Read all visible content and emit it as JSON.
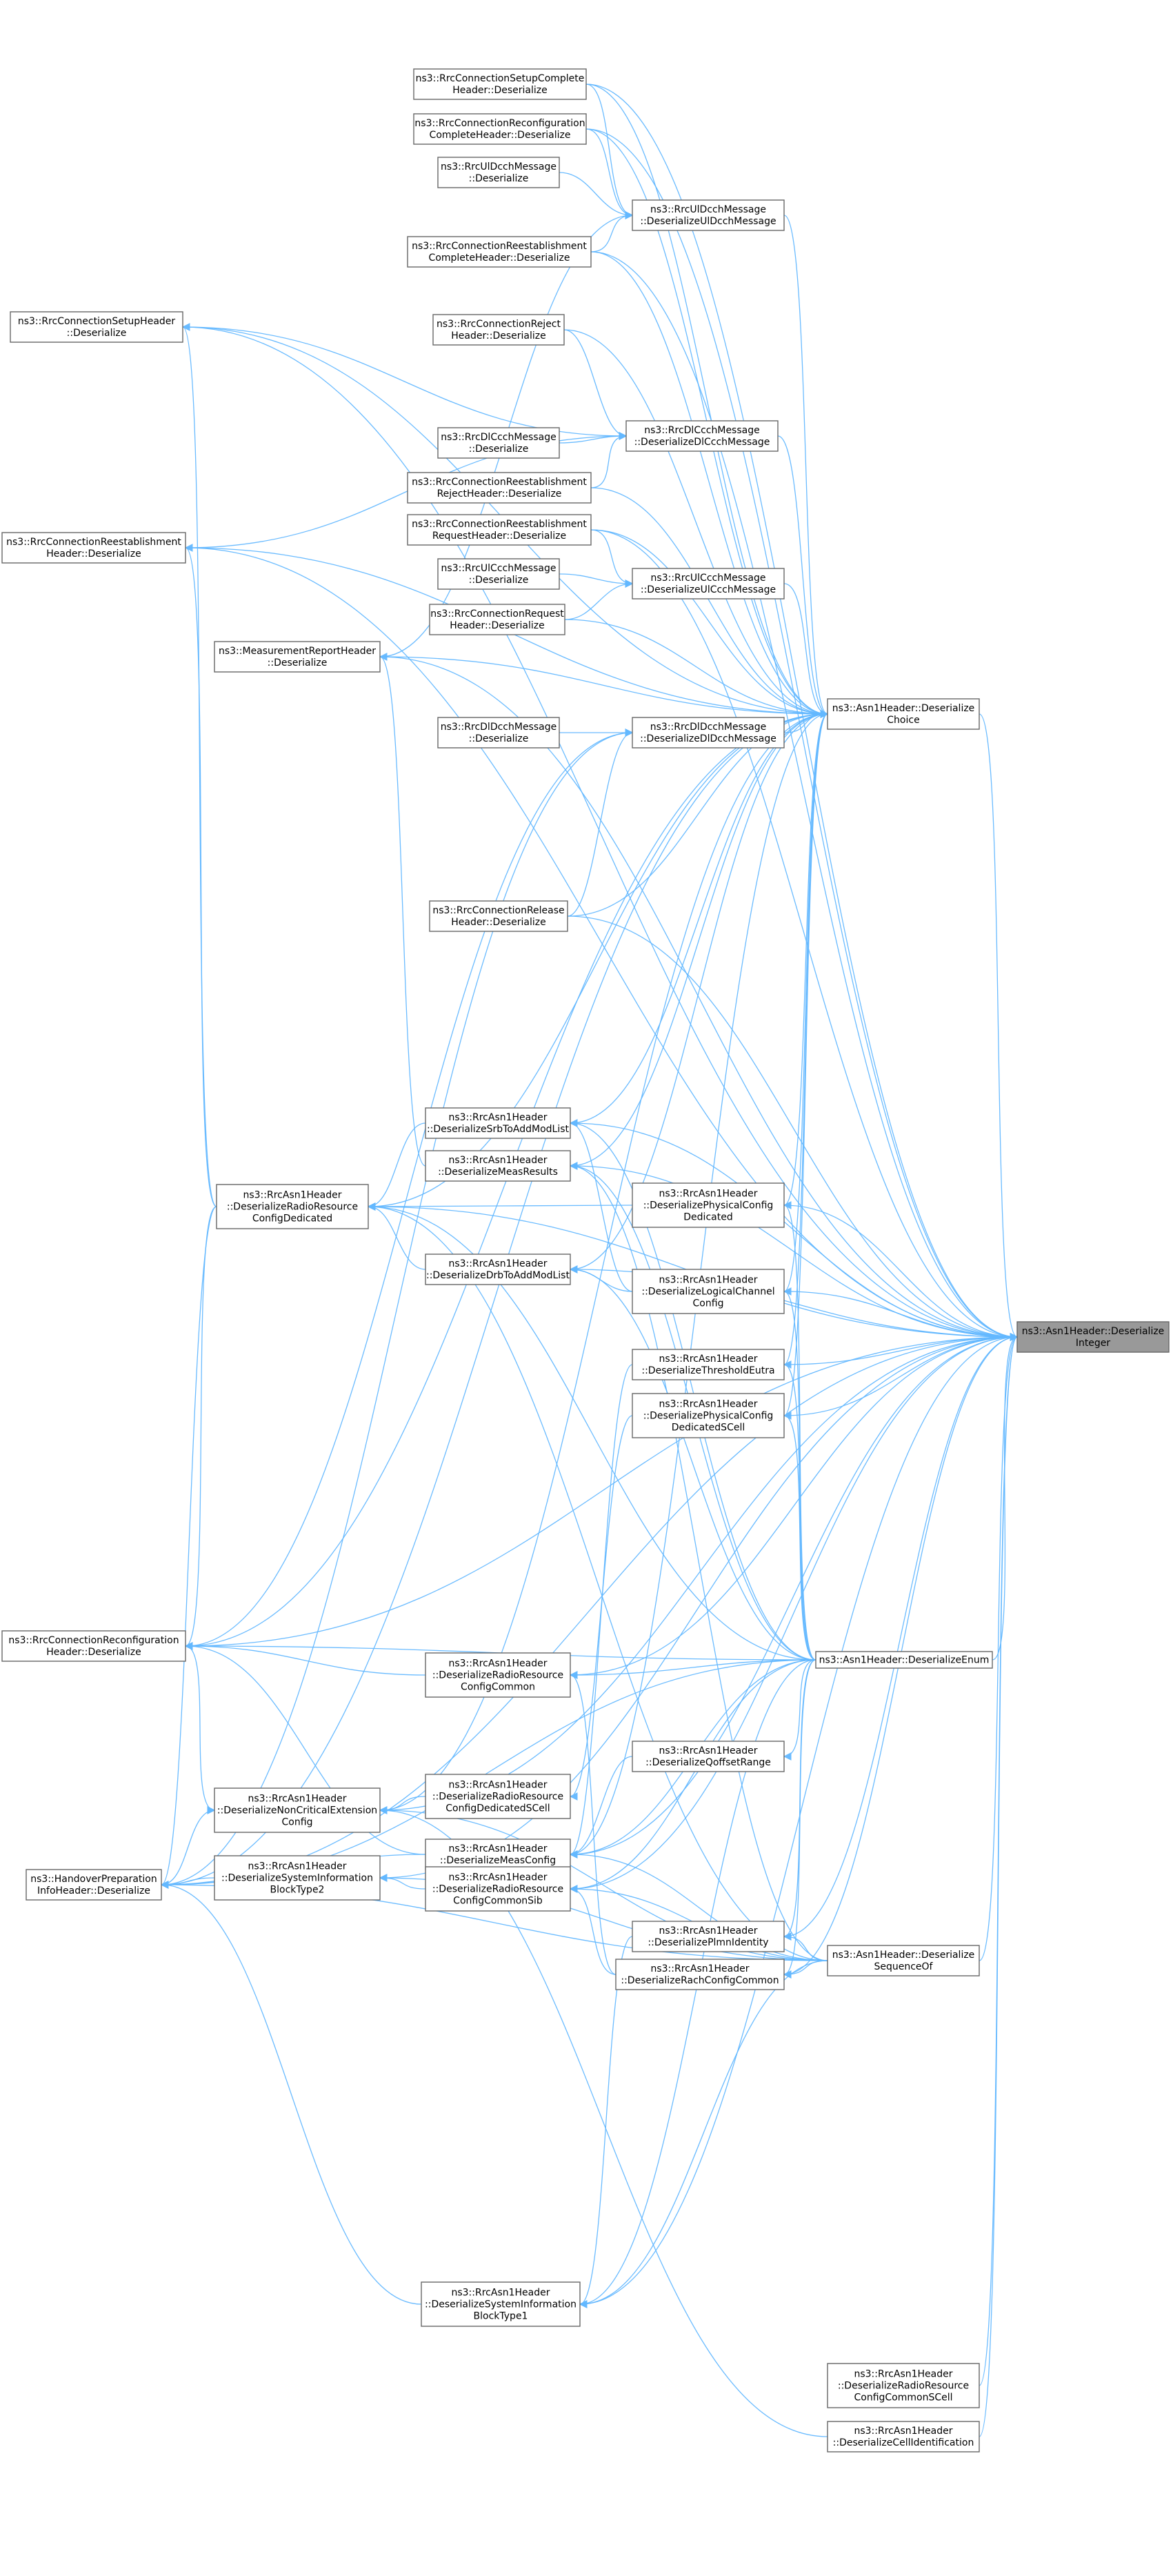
{
  "graph": {
    "direction": "callers-to-the-right",
    "target_node": "deserialize_integer",
    "nodes": [
      {
        "id": "deserialize_integer",
        "lines": [
          "ns3::Asn1Header::Deserialize",
          "Integer"
        ]
      },
      {
        "id": "deserialize_choice",
        "lines": [
          "ns3::Asn1Header::Deserialize",
          "Choice"
        ]
      },
      {
        "id": "deserialize_enum",
        "lines": [
          "ns3::Asn1Header::DeserializeEnum"
        ]
      },
      {
        "id": "deserialize_sequenceof",
        "lines": [
          "ns3::Asn1Header::Deserialize",
          "SequenceOf"
        ]
      },
      {
        "id": "setup_complete",
        "lines": [
          "ns3::RrcConnectionSetupComplete",
          "Header::Deserialize"
        ]
      },
      {
        "id": "reconf_complete",
        "lines": [
          "ns3::RrcConnectionReconfiguration",
          "CompleteHeader::Deserialize"
        ]
      },
      {
        "id": "ul_dcch_msg",
        "lines": [
          "ns3::RrcUlDcchMessage",
          "::Deserialize"
        ]
      },
      {
        "id": "deser_ul_dcch",
        "lines": [
          "ns3::RrcUlDcchMessage",
          "::DeserializeUlDcchMessage"
        ]
      },
      {
        "id": "reest_complete",
        "lines": [
          "ns3::RrcConnectionReestablishment",
          "CompleteHeader::Deserialize"
        ]
      },
      {
        "id": "setup_header",
        "lines": [
          "ns3::RrcConnectionSetupHeader",
          "::Deserialize"
        ]
      },
      {
        "id": "conn_reject",
        "lines": [
          "ns3::RrcConnectionReject",
          "Header::Deserialize"
        ]
      },
      {
        "id": "deser_dl_ccch",
        "lines": [
          "ns3::RrcDlCcchMessage",
          "::DeserializeDlCcchMessage"
        ]
      },
      {
        "id": "dl_ccch_msg",
        "lines": [
          "ns3::RrcDlCcchMessage",
          "::Deserialize"
        ]
      },
      {
        "id": "reest_reject",
        "lines": [
          "ns3::RrcConnectionReestablishment",
          "RejectHeader::Deserialize"
        ]
      },
      {
        "id": "reest_header",
        "lines": [
          "ns3::RrcConnectionReestablishment",
          "Header::Deserialize"
        ]
      },
      {
        "id": "reest_request",
        "lines": [
          "ns3::RrcConnectionReestablishment",
          "RequestHeader::Deserialize"
        ]
      },
      {
        "id": "ul_ccch_msg",
        "lines": [
          "ns3::RrcUlCcchMessage",
          "::Deserialize"
        ]
      },
      {
        "id": "deser_ul_ccch",
        "lines": [
          "ns3::RrcUlCcchMessage",
          "::DeserializeUlCcchMessage"
        ]
      },
      {
        "id": "conn_request",
        "lines": [
          "ns3::RrcConnectionRequest",
          "Header::Deserialize"
        ]
      },
      {
        "id": "meas_report",
        "lines": [
          "ns3::MeasurementReportHeader",
          "::Deserialize"
        ]
      },
      {
        "id": "dl_dcch_msg",
        "lines": [
          "ns3::RrcDlDcchMessage",
          "::Deserialize"
        ]
      },
      {
        "id": "deser_dl_dcch",
        "lines": [
          "ns3::RrcDlDcchMessage",
          "::DeserializeDlDcchMessage"
        ]
      },
      {
        "id": "conn_release",
        "lines": [
          "ns3::RrcConnectionRelease",
          "Header::Deserialize"
        ]
      },
      {
        "id": "srb_addmod",
        "lines": [
          "ns3::RrcAsn1Header",
          "::DeserializeSrbToAddModList"
        ]
      },
      {
        "id": "meas_results",
        "lines": [
          "ns3::RrcAsn1Header",
          "::DeserializeMeasResults"
        ]
      },
      {
        "id": "rr_config_dedicated",
        "lines": [
          "ns3::RrcAsn1Header",
          "::DeserializeRadioResource",
          "ConfigDedicated"
        ]
      },
      {
        "id": "phys_config_dedicated",
        "lines": [
          "ns3::RrcAsn1Header",
          "::DeserializePhysicalConfig",
          "Dedicated"
        ]
      },
      {
        "id": "drb_addmod",
        "lines": [
          "ns3::RrcAsn1Header",
          "::DeserializeDrbToAddModList"
        ]
      },
      {
        "id": "logical_channel",
        "lines": [
          "ns3::RrcAsn1Header",
          "::DeserializeLogicalChannel",
          "Config"
        ]
      },
      {
        "id": "threshold_eutra",
        "lines": [
          "ns3::RrcAsn1Header",
          "::DeserializeThresholdEutra"
        ]
      },
      {
        "id": "phys_config_scell",
        "lines": [
          "ns3::RrcAsn1Header",
          "::DeserializePhysicalConfig",
          "DedicatedSCell"
        ]
      },
      {
        "id": "reconf_header",
        "lines": [
          "ns3::RrcConnectionReconfiguration",
          "Header::Deserialize"
        ]
      },
      {
        "id": "rr_config_common",
        "lines": [
          "ns3::RrcAsn1Header",
          "::DeserializeRadioResource",
          "ConfigCommon"
        ]
      },
      {
        "id": "qoffset_range",
        "lines": [
          "ns3::RrcAsn1Header",
          "::DeserializeQoffsetRange"
        ]
      },
      {
        "id": "rr_config_dedicated_scell",
        "lines": [
          "ns3::RrcAsn1Header",
          "::DeserializeRadioResource",
          "ConfigDedicatedSCell"
        ]
      },
      {
        "id": "noncritical_ext",
        "lines": [
          "ns3::RrcAsn1Header",
          "::DeserializeNonCriticalExtension",
          "Config"
        ]
      },
      {
        "id": "meas_config",
        "lines": [
          "ns3::RrcAsn1Header",
          "::DeserializeMeasConfig"
        ]
      },
      {
        "id": "handover_prep",
        "lines": [
          "ns3::HandoverPreparation",
          "InfoHeader::Deserialize"
        ]
      },
      {
        "id": "sib_type2",
        "lines": [
          "ns3::RrcAsn1Header",
          "::DeserializeSystemInformation",
          "BlockType2"
        ]
      },
      {
        "id": "rr_config_common_sib",
        "lines": [
          "ns3::RrcAsn1Header",
          "::DeserializeRadioResource",
          "ConfigCommonSib"
        ]
      },
      {
        "id": "plmn_identity",
        "lines": [
          "ns3::RrcAsn1Header",
          "::DeserializePlmnIdentity"
        ]
      },
      {
        "id": "rach_config_common",
        "lines": [
          "ns3::RrcAsn1Header",
          "::DeserializeRachConfigCommon"
        ]
      },
      {
        "id": "sib_type1",
        "lines": [
          "ns3::RrcAsn1Header",
          "::DeserializeSystemInformation",
          "BlockType1"
        ]
      },
      {
        "id": "rr_config_common_scell",
        "lines": [
          "ns3::RrcAsn1Header",
          "::DeserializeRadioResource",
          "ConfigCommonSCell"
        ]
      },
      {
        "id": "cell_identification",
        "lines": [
          "ns3::RrcAsn1Header",
          "::DeserializeCellIdentification"
        ]
      }
    ],
    "edges": [
      [
        "deserialize_choice",
        "deserialize_integer"
      ],
      [
        "deserialize_enum",
        "deserialize_integer"
      ],
      [
        "deserialize_sequenceof",
        "deserialize_integer"
      ],
      [
        "setup_complete",
        "deserialize_integer"
      ],
      [
        "reconf_complete",
        "deserialize_integer"
      ],
      [
        "reest_complete",
        "deserialize_integer"
      ],
      [
        "setup_header",
        "deserialize_integer"
      ],
      [
        "reest_header",
        "deserialize_integer"
      ],
      [
        "reest_request",
        "deserialize_integer"
      ],
      [
        "meas_report",
        "deserialize_integer"
      ],
      [
        "conn_release",
        "deserialize_integer"
      ],
      [
        "srb_addmod",
        "deserialize_integer"
      ],
      [
        "meas_results",
        "deserialize_integer"
      ],
      [
        "rr_config_dedicated",
        "deserialize_integer"
      ],
      [
        "phys_config_dedicated",
        "deserialize_integer"
      ],
      [
        "drb_addmod",
        "deserialize_integer"
      ],
      [
        "logical_channel",
        "deserialize_integer"
      ],
      [
        "threshold_eutra",
        "deserialize_integer"
      ],
      [
        "phys_config_scell",
        "deserialize_integer"
      ],
      [
        "reconf_header",
        "deserialize_integer"
      ],
      [
        "rr_config_common",
        "deserialize_integer"
      ],
      [
        "noncritical_ext",
        "deserialize_integer"
      ],
      [
        "meas_config",
        "deserialize_integer"
      ],
      [
        "handover_prep",
        "deserialize_integer"
      ],
      [
        "rr_config_common_sib",
        "deserialize_integer"
      ],
      [
        "plmn_identity",
        "deserialize_integer"
      ],
      [
        "rach_config_common",
        "deserialize_integer"
      ],
      [
        "sib_type1",
        "deserialize_integer"
      ],
      [
        "sib_type2",
        "deserialize_integer"
      ],
      [
        "rr_config_common_scell",
        "deserialize_integer"
      ],
      [
        "cell_identification",
        "deserialize_integer"
      ],
      [
        "setup_complete",
        "deserialize_choice"
      ],
      [
        "reconf_complete",
        "deserialize_choice"
      ],
      [
        "reest_complete",
        "deserialize_choice"
      ],
      [
        "conn_reject",
        "deserialize_choice"
      ],
      [
        "reest_reject",
        "deserialize_choice"
      ],
      [
        "reest_request",
        "deserialize_choice"
      ],
      [
        "conn_request",
        "deserialize_choice"
      ],
      [
        "meas_report",
        "deserialize_choice"
      ],
      [
        "setup_header",
        "deserialize_choice"
      ],
      [
        "reest_header",
        "deserialize_choice"
      ],
      [
        "deser_ul_dcch",
        "deserialize_choice"
      ],
      [
        "deser_dl_ccch",
        "deserialize_choice"
      ],
      [
        "deser_ul_ccch",
        "deserialize_choice"
      ],
      [
        "deser_dl_dcch",
        "deserialize_choice"
      ],
      [
        "conn_release",
        "deserialize_choice"
      ],
      [
        "srb_addmod",
        "deserialize_choice"
      ],
      [
        "meas_results",
        "deserialize_choice"
      ],
      [
        "rr_config_dedicated",
        "deserialize_choice"
      ],
      [
        "phys_config_dedicated",
        "deserialize_choice"
      ],
      [
        "drb_addmod",
        "deserialize_choice"
      ],
      [
        "logical_channel",
        "deserialize_choice"
      ],
      [
        "threshold_eutra",
        "deserialize_choice"
      ],
      [
        "phys_config_scell",
        "deserialize_choice"
      ],
      [
        "reconf_header",
        "deserialize_choice"
      ],
      [
        "handover_prep",
        "deserialize_choice"
      ],
      [
        "meas_config",
        "deserialize_choice"
      ],
      [
        "noncritical_ext",
        "deserialize_choice"
      ],
      [
        "ul_dcch_msg",
        "deser_ul_dcch"
      ],
      [
        "setup_complete",
        "deser_ul_dcch"
      ],
      [
        "reconf_complete",
        "deser_ul_dcch"
      ],
      [
        "reest_complete",
        "deser_ul_dcch"
      ],
      [
        "meas_report",
        "deser_ul_dcch"
      ],
      [
        "dl_ccch_msg",
        "deser_dl_ccch"
      ],
      [
        "conn_reject",
        "deser_dl_ccch"
      ],
      [
        "setup_header",
        "deser_dl_ccch"
      ],
      [
        "reest_reject",
        "deser_dl_ccch"
      ],
      [
        "reest_header",
        "deser_dl_ccch"
      ],
      [
        "ul_ccch_msg",
        "deser_ul_ccch"
      ],
      [
        "reest_request",
        "deser_ul_ccch"
      ],
      [
        "conn_request",
        "deser_ul_ccch"
      ],
      [
        "dl_dcch_msg",
        "deser_dl_dcch"
      ],
      [
        "conn_release",
        "deser_dl_dcch"
      ],
      [
        "reconf_header",
        "deser_dl_dcch"
      ],
      [
        "handover_prep",
        "deser_dl_dcch"
      ],
      [
        "rr_config_dedicated",
        "setup_header"
      ],
      [
        "rr_config_dedicated",
        "reest_header"
      ],
      [
        "rr_config_dedicated",
        "reconf_header"
      ],
      [
        "rr_config_dedicated",
        "handover_prep"
      ],
      [
        "srb_addmod",
        "rr_config_dedicated"
      ],
      [
        "drb_addmod",
        "rr_config_dedicated"
      ],
      [
        "phys_config_dedicated",
        "rr_config_dedicated"
      ],
      [
        "logical_channel",
        "drb_addmod"
      ],
      [
        "logical_channel",
        "srb_addmod"
      ],
      [
        "meas_results",
        "meas_report"
      ],
      [
        "reconf_header",
        "noncritical_ext"
      ],
      [
        "handover_prep",
        "noncritical_ext"
      ],
      [
        "rr_config_common",
        "reconf_header"
      ],
      [
        "rr_config_dedicated_scell",
        "noncritical_ext"
      ],
      [
        "phys_config_scell",
        "rr_config_dedicated_scell"
      ],
      [
        "meas_config",
        "reconf_header"
      ],
      [
        "meas_config",
        "handover_prep"
      ],
      [
        "threshold_eutra",
        "meas_config"
      ],
      [
        "qoffset_range",
        "meas_config"
      ],
      [
        "sib_type2",
        "handover_prep"
      ],
      [
        "rr_config_common_sib",
        "sib_type2"
      ],
      [
        "rach_config_common",
        "rr_config_common"
      ],
      [
        "rach_config_common",
        "rr_config_common_sib"
      ],
      [
        "plmn_identity",
        "sib_type1"
      ],
      [
        "sib_type1",
        "handover_prep"
      ],
      [
        "cell_identification",
        "noncritical_ext"
      ],
      [
        "deserialize_enum",
        "phys_config_dedicated"
      ],
      [
        "deserialize_enum",
        "logical_channel"
      ],
      [
        "deserialize_enum",
        "phys_config_scell"
      ],
      [
        "deserialize_enum",
        "threshold_eutra"
      ],
      [
        "deserialize_enum",
        "rr_config_common"
      ],
      [
        "deserialize_enum",
        "qoffset_range"
      ],
      [
        "deserialize_enum",
        "meas_config"
      ],
      [
        "deserialize_enum",
        "rr_config_common_sib"
      ],
      [
        "deserialize_enum",
        "plmn_identity"
      ],
      [
        "deserialize_enum",
        "rach_config_common"
      ],
      [
        "deserialize_enum",
        "reconf_header"
      ],
      [
        "deserialize_enum",
        "srb_addmod"
      ],
      [
        "deserialize_enum",
        "drb_addmod"
      ],
      [
        "deserialize_enum",
        "meas_results"
      ],
      [
        "deserialize_enum",
        "handover_prep"
      ],
      [
        "deserialize_enum",
        "rr_config_dedicated"
      ],
      [
        "deserialize_enum",
        "sib_type1"
      ],
      [
        "deserialize_sequenceof",
        "plmn_identity"
      ],
      [
        "deserialize_sequenceof",
        "rach_config_common"
      ],
      [
        "deserialize_sequenceof",
        "meas_config"
      ],
      [
        "deserialize_sequenceof",
        "rr_config_common_sib"
      ],
      [
        "deserialize_sequenceof",
        "sib_type1"
      ],
      [
        "deserialize_sequenceof",
        "sib_type2"
      ],
      [
        "deserialize_sequenceof",
        "handover_prep"
      ],
      [
        "deserialize_sequenceof",
        "rr_config_dedicated"
      ],
      [
        "deserialize_sequenceof",
        "meas_results"
      ],
      [
        "deserialize_sequenceof",
        "noncritical_ext"
      ]
    ]
  }
}
